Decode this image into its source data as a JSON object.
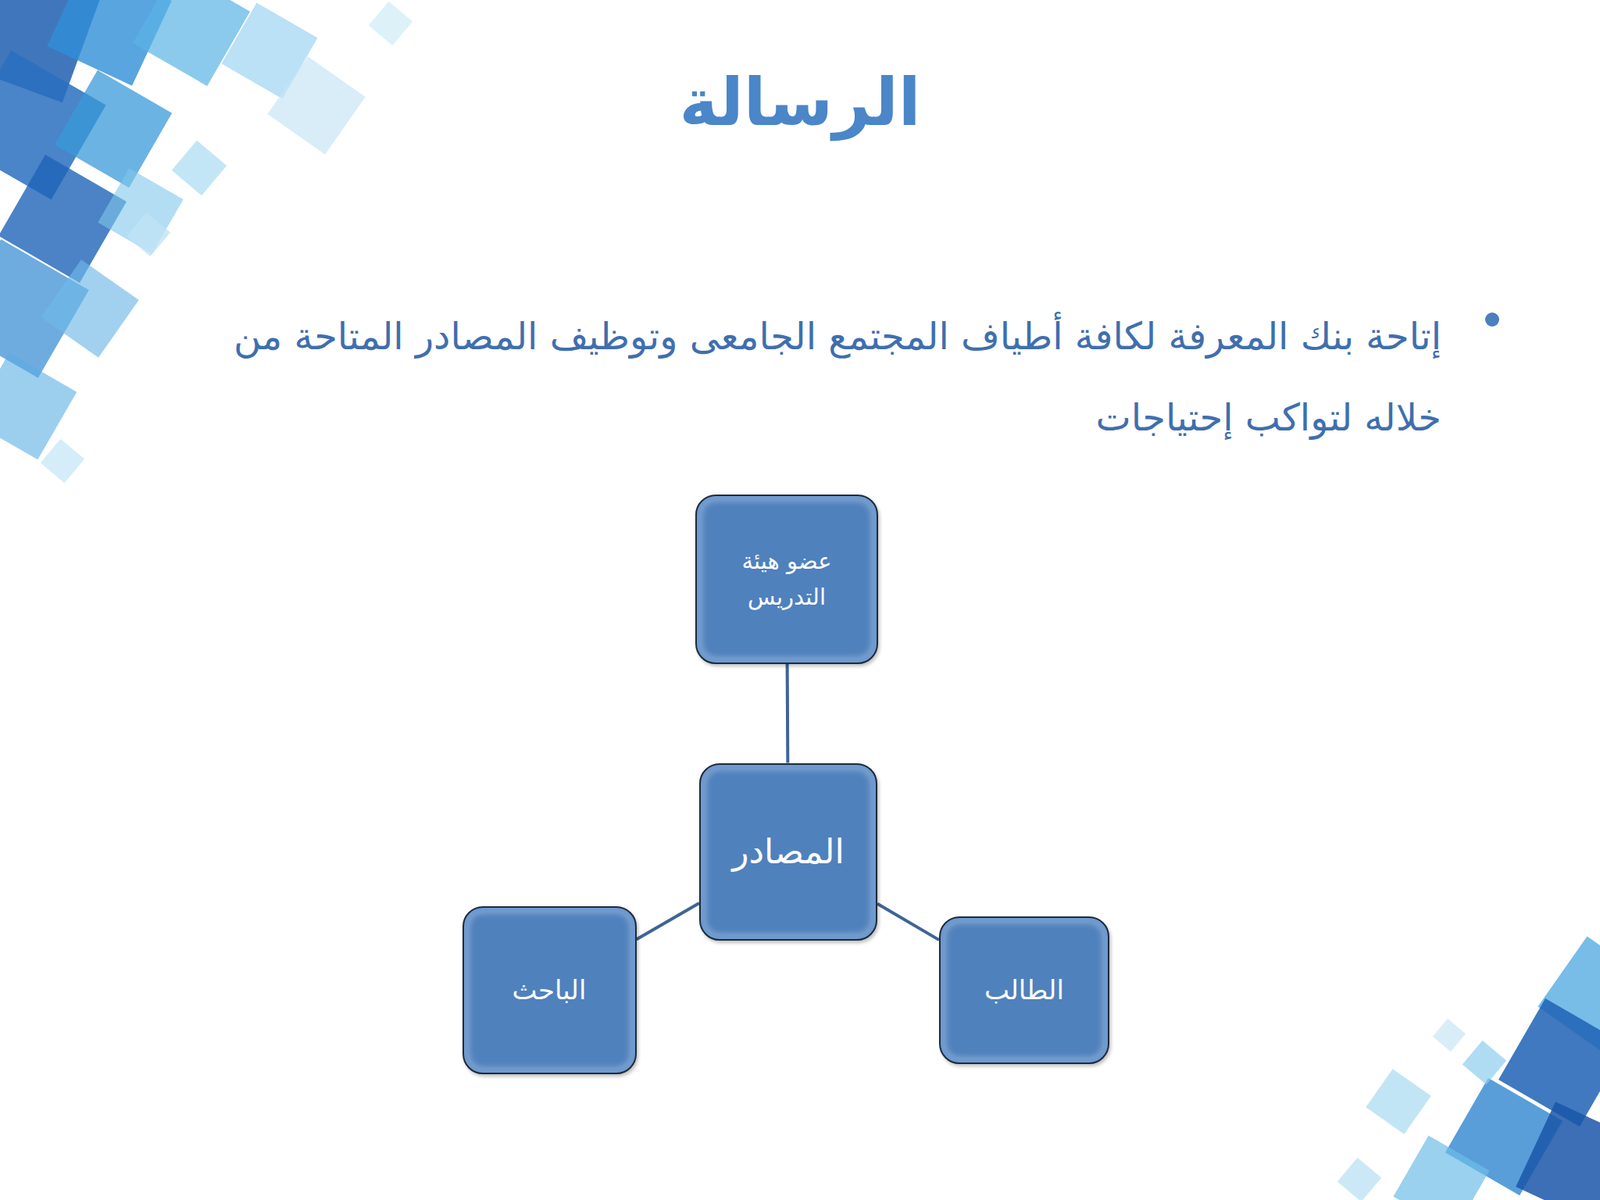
{
  "diagram": {
    "title": "الرسالة",
    "nodes": [
      {
        "text": [
          "عضو هيئة التدريس"
        ]
      },
      {
        "text": [
          "المصادر"
        ]
      },
      {
        "text": [
          "الطالب"
        ]
      },
      {
        "text": [
          "الباحث"
        ]
      }
    ],
    "edges": [
      {
        "from": 1,
        "to": 0,
        "arrow": "none"
      },
      {
        "from": 1,
        "to": 2,
        "arrow": "none"
      },
      {
        "from": 1,
        "to": 3,
        "arrow": "none"
      }
    ],
    "labels": [
      "إتاحة بنك المعرفة لكافة أطياف المجتمع الجامعى وتوظيف المصادر المتاحة من خلاله لتواكب إحتياجات"
    ]
  }
}
